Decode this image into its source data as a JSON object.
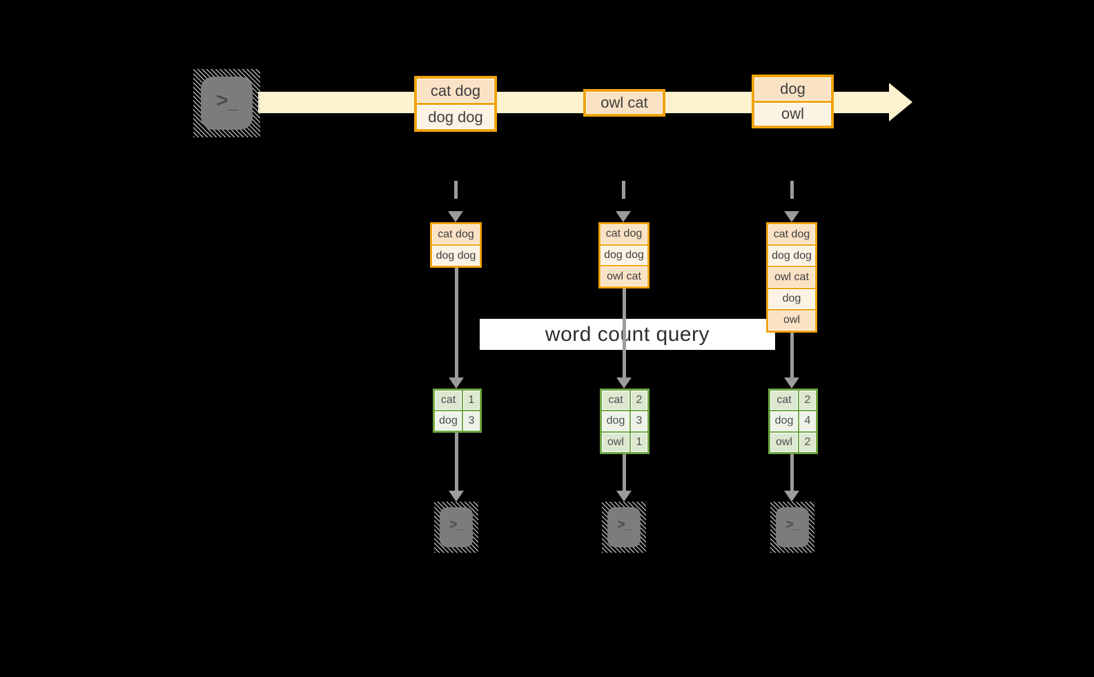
{
  "background_color": "#000000",
  "colors": {
    "stream_fill": "#FCF2CF",
    "message_border": "#F0A30A",
    "message_fill_dark": "#FAE2C5",
    "message_fill_light": "#FDF3E4",
    "table_border": "#70A845",
    "table_fill_dark": "#DCE8D0",
    "table_fill_light": "#EDF3E8",
    "arrow_gray": "#9C9C9C",
    "terminal_gray": "#7C7C7C",
    "query_band_bg": "#FFFFFF"
  },
  "terminal": {
    "chevron": ">",
    "cursor": "_"
  },
  "stream": {
    "messages": [
      {
        "lines": [
          "cat dog",
          "dog dog"
        ]
      },
      {
        "lines": [
          "owl cat"
        ]
      },
      {
        "lines": [
          "dog",
          "owl"
        ]
      }
    ]
  },
  "query_band": {
    "label": "word count query"
  },
  "columns": [
    {
      "snapshot": [
        "cat dog",
        "dog dog"
      ],
      "counts": {
        "rows": [
          {
            "word": "cat",
            "count": "1"
          },
          {
            "word": "dog",
            "count": "3"
          }
        ]
      }
    },
    {
      "snapshot": [
        "cat dog",
        "dog dog",
        "owl cat"
      ],
      "counts": {
        "rows": [
          {
            "word": "cat",
            "count": "2"
          },
          {
            "word": "dog",
            "count": "3"
          },
          {
            "word": "owl",
            "count": "1"
          }
        ]
      }
    },
    {
      "snapshot": [
        "cat dog",
        "dog dog",
        "owl cat",
        "dog",
        "owl"
      ],
      "counts": {
        "rows": [
          {
            "word": "cat",
            "count": "2"
          },
          {
            "word": "dog",
            "count": "4"
          },
          {
            "word": "owl",
            "count": "2"
          }
        ]
      }
    }
  ]
}
